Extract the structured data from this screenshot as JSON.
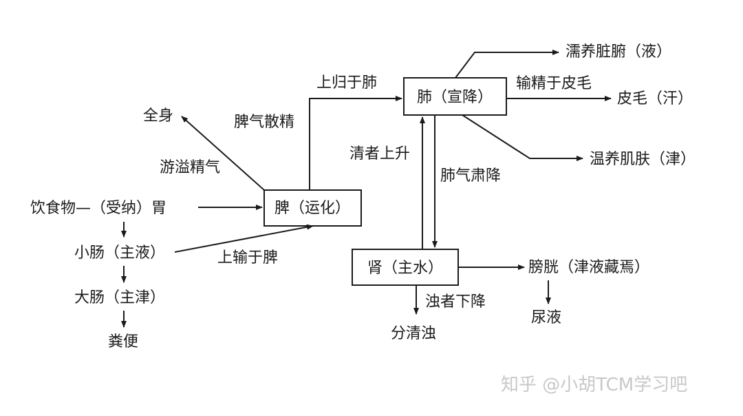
{
  "nodes": {
    "food_stomach": "饮食物—（受纳）胃",
    "spleen": "脾（运化）",
    "lung": "肺（宣降）",
    "kidney": "肾（主水）",
    "small_intestine": "小肠（主液）",
    "large_intestine": "大肠（主津）",
    "feces": "粪便",
    "whole_body": "全身",
    "nourish_organs": "濡养脏腑（液）",
    "skin_hair": "皮毛（汗）",
    "warm_muscle": "温养肌肤（津）",
    "bladder": "膀胱（津液藏焉）",
    "urine": "尿液",
    "separate": "分清浊"
  },
  "edges": {
    "spleen_qi_spread": "脾气散精",
    "up_to_lung": "上归于肺",
    "overflow_essence": "游溢精气",
    "up_to_spleen": "上输于脾",
    "transport_to_skin": "输精于皮毛",
    "clear_rises": "清者上升",
    "lung_descends": "肺气肃降",
    "turbid_descends": "浊者下降"
  },
  "watermark": "知乎 @小胡TCM学习吧"
}
